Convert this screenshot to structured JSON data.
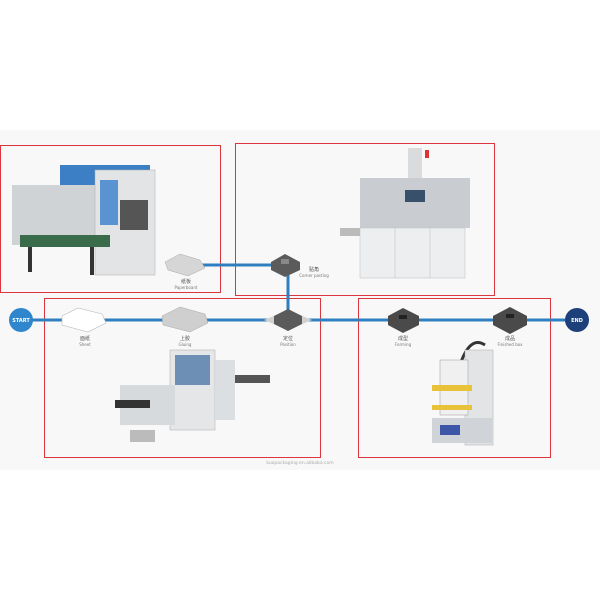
{
  "colors": {
    "line": "#2f7fc0",
    "frame": "#d9363e",
    "start_circle": "#2f86cc",
    "end_circle": "#1d3f7a"
  },
  "terminals": {
    "start": "START",
    "end": "END"
  },
  "steps": [
    {
      "cn": "纸板",
      "en": "Paperboard"
    },
    {
      "cn": "贴角",
      "en": "Corner pasting"
    },
    {
      "cn": "面纸",
      "en": "Sheet"
    },
    {
      "cn": "上胶",
      "en": "Gluing"
    },
    {
      "cn": "定位",
      "en": "Position"
    },
    {
      "cn": "成型",
      "en": "Forming"
    },
    {
      "cn": "成品",
      "en": "Finished box"
    }
  ],
  "watermark": "kuopackaging.en.alibaba.com"
}
